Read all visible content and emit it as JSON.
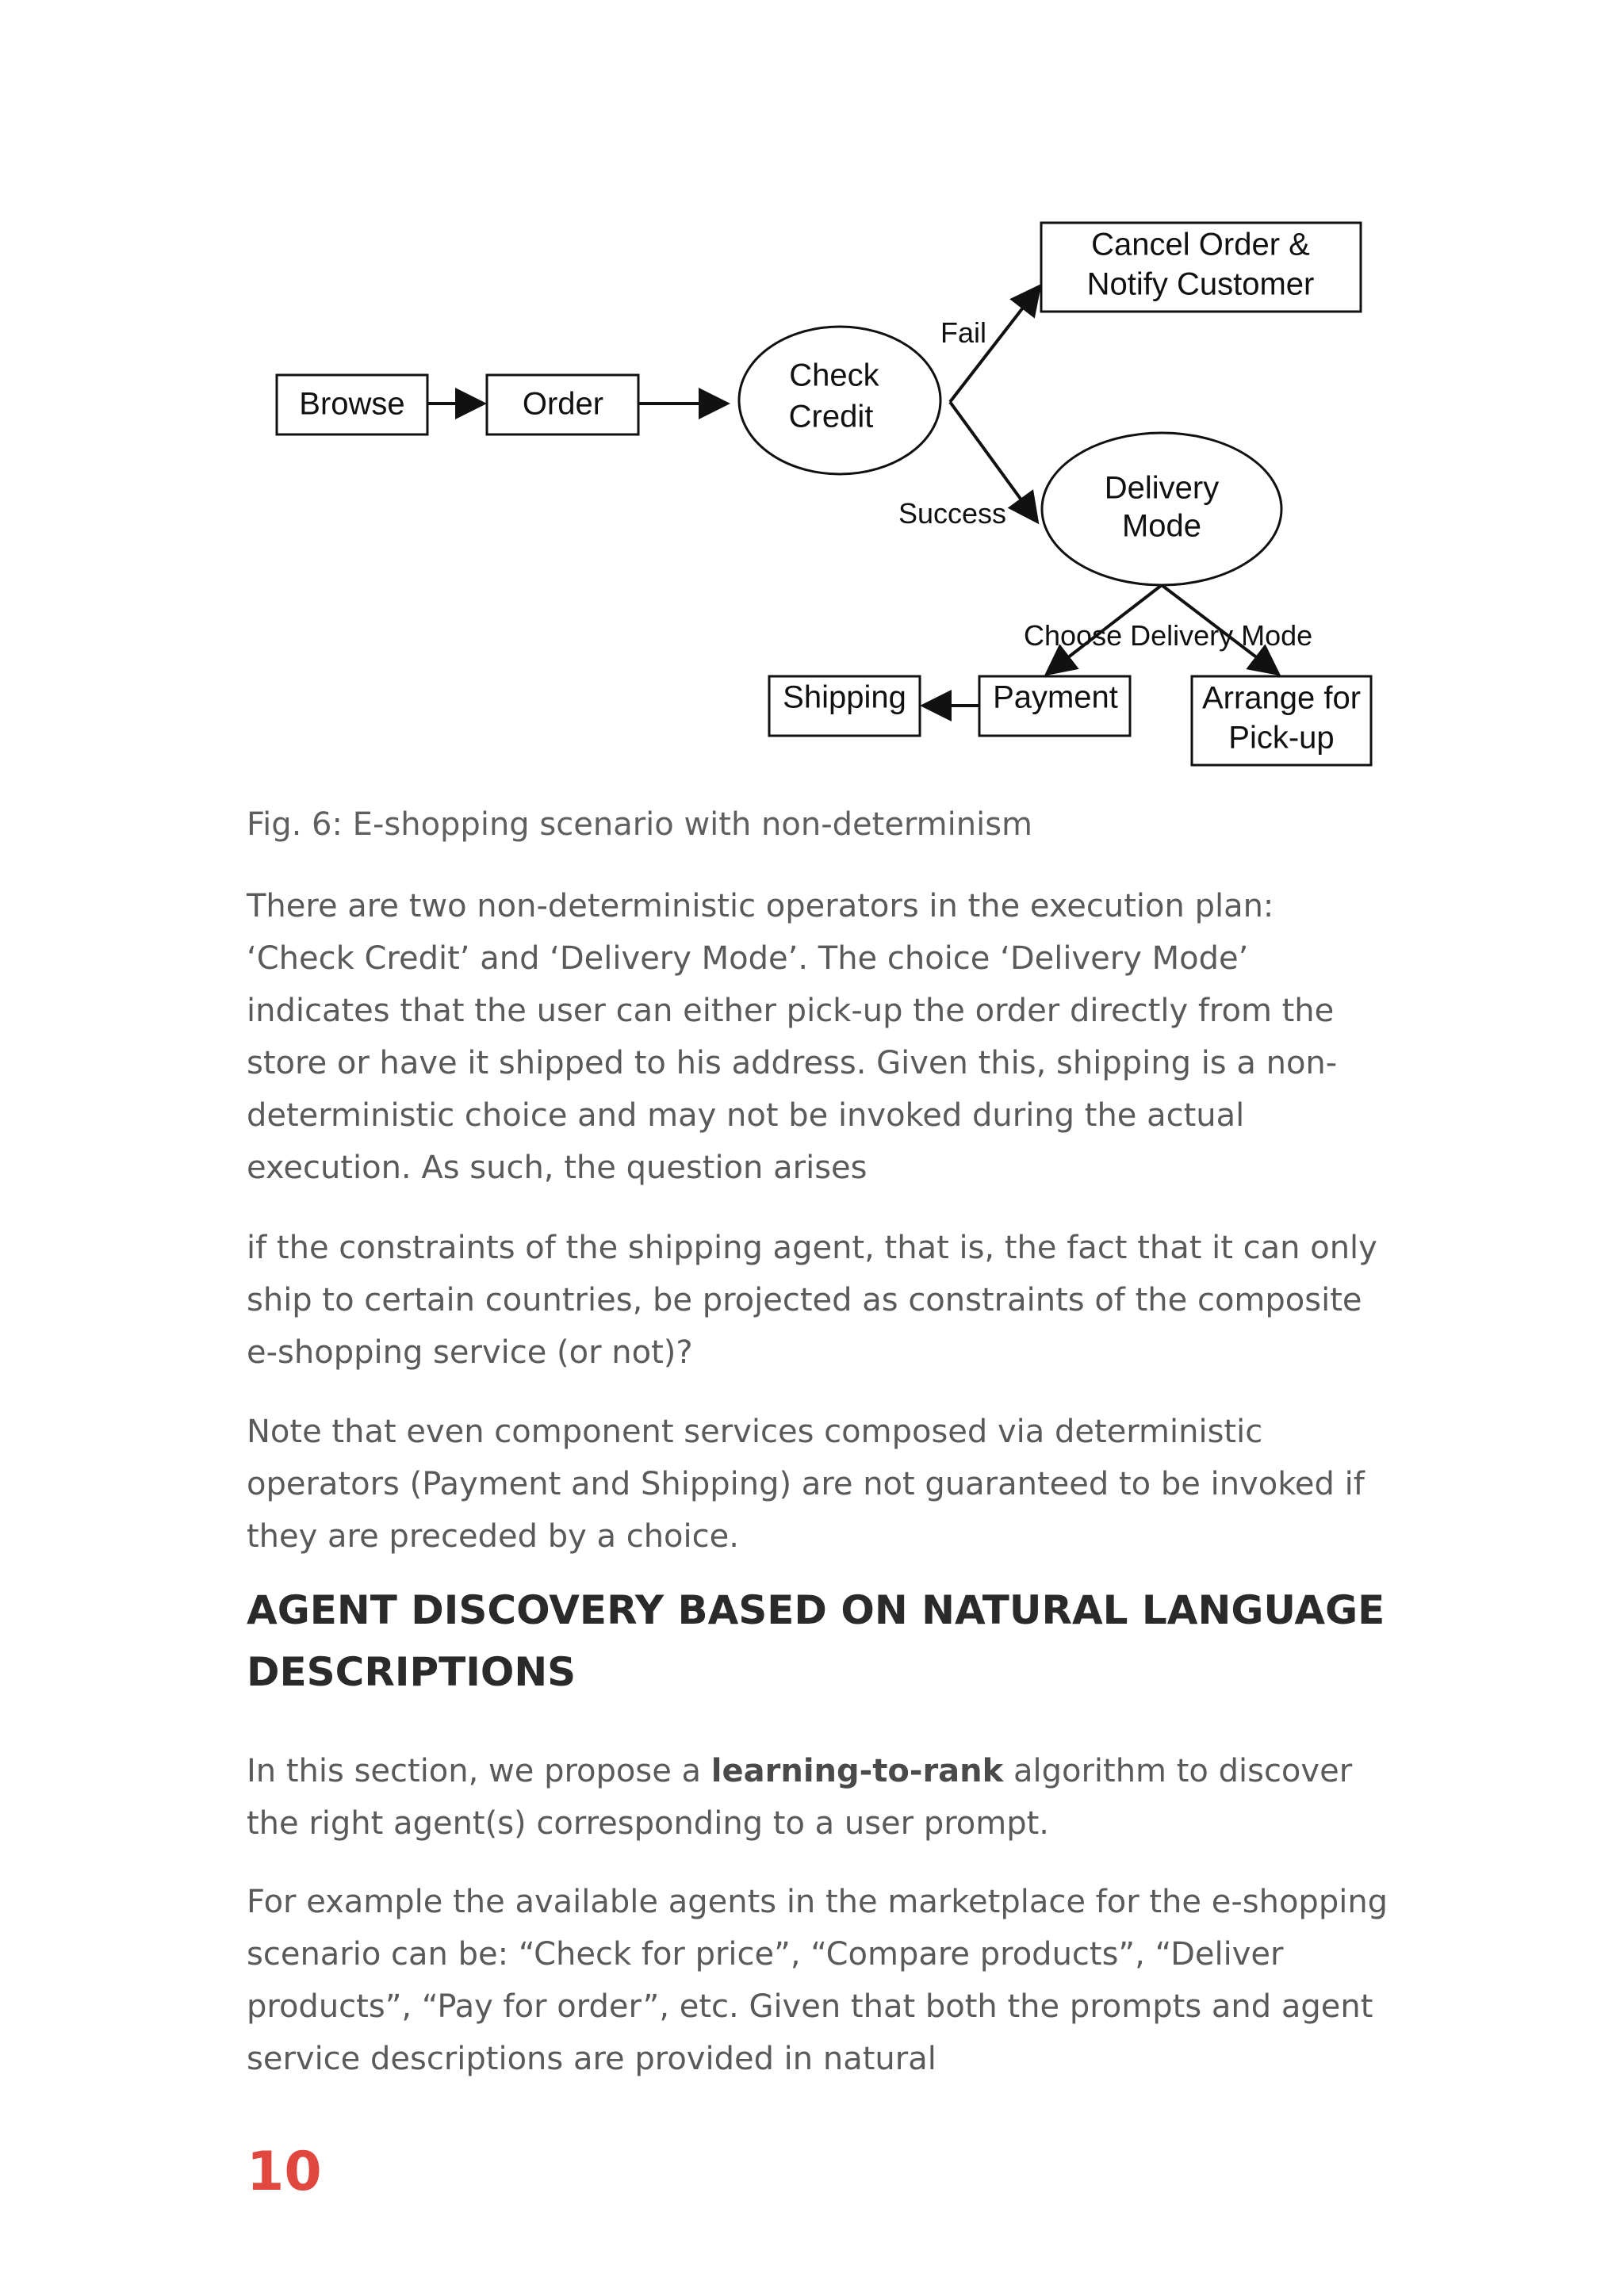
{
  "figure": {
    "nodes": {
      "browse": "Browse",
      "order": "Order",
      "check_credit": [
        "Check",
        "Credit"
      ],
      "cancel_order": [
        "Cancel Order &",
        "Notify Customer"
      ],
      "delivery_mode": [
        "Delivery",
        "Mode"
      ],
      "shipping": "Shipping",
      "payment": "Payment",
      "arrange_pickup": [
        "Arrange for",
        "Pick-up"
      ]
    },
    "edge_labels": {
      "fail": "Fail",
      "success": "Success",
      "choose_delivery_mode": "Choose Delivery Mode"
    }
  },
  "caption": "Fig. 6: E-shopping scenario with non-determinism",
  "paragraphs": {
    "p1": "There are two non-deterministic operators in the execution plan: ‘Check Credit’ and ‘Delivery Mode’. The choice ‘Delivery Mode’ indicates that the user can either pick-up the order directly from the store or have it shipped to his address. Given this, shipping is a non-deterministic choice and may not be invoked during the actual execution. As such, the question arises",
    "p2": "if the constraints of the shipping agent, that is, the fact that it can only ship to certain countries, be projected as constraints of the composite e-shopping service (or not)?",
    "p3": "Note that even component services composed via deterministic operators (Payment and Shipping) are not guaranteed to be invoked if they are preceded by a choice.",
    "p4_before": "In this section, we propose a ",
    "p4_bold": "learning-to-rank",
    "p4_after": " algorithm to discover the right agent(s) corresponding to a user prompt.",
    "p5": "For example the available agents in the marketplace for the e-shopping scenario can be: “Check for price”, “Compare products”, “Deliver products”, “Pay for order”, etc. Given that both the prompts and agent service descriptions are provided in natural"
  },
  "heading": "AGENT DISCOVERY BASED ON NATURAL LANGUAGE DESCRIPTIONS",
  "page_number": "10"
}
